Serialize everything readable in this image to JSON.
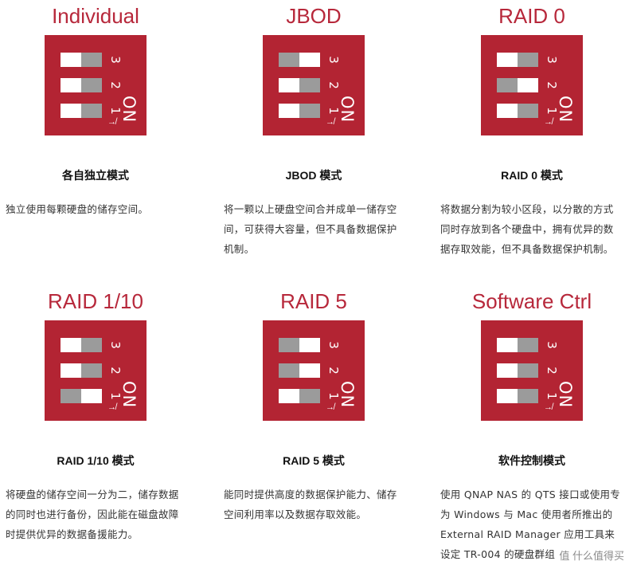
{
  "colors": {
    "panel": "#b32433",
    "title": "#b7283b",
    "switch_on": "#ffffff",
    "switch_off": "#9b9b9b"
  },
  "dip_labels": {
    "n1": "1",
    "n2": "2",
    "n3": "3",
    "on": "ON",
    "arrow": "↛"
  },
  "modes": [
    {
      "title": "Individual",
      "name": "各自独立模式",
      "desc": "独立使用每颗硬盘的储存空间。",
      "switches": {
        "3": "left",
        "2": "left",
        "1": "left"
      }
    },
    {
      "title": "JBOD",
      "name": "JBOD 模式",
      "desc": "将一颗以上硬盘空间合并成单一储存空间，可获得大容量，但不具备数据保护机制。",
      "switches": {
        "3": "right",
        "2": "left",
        "1": "left"
      }
    },
    {
      "title": "RAID 0",
      "name": "RAID 0 模式",
      "desc": "将数据分割为较小区段，以分散的方式同时存放到各个硬盘中，拥有优异的数据存取效能，但不具备数据保护机制。",
      "switches": {
        "3": "left",
        "2": "right",
        "1": "left"
      }
    },
    {
      "title": "RAID 1/10",
      "name": "RAID 1/10 模式",
      "desc": "将硬盘的储存空间一分为二，储存数据的同时也进行备份，因此能在磁盘故障时提供优异的数据备援能力。",
      "switches": {
        "3": "left",
        "2": "left",
        "1": "right"
      }
    },
    {
      "title": "RAID 5",
      "name": "RAID 5 模式",
      "desc": "能同时提供高度的数据保护能力、储存空间利用率以及数据存取效能。",
      "switches": {
        "3": "right",
        "2": "right",
        "1": "left"
      }
    },
    {
      "title": "Software Ctrl",
      "name": "软件控制模式",
      "desc": "使用 QNAP NAS 的 QTS 接口或使用专为 Windows 与 Mac 使用者所推出的 External RAID Manager 应用工具来设定 TR-004 的硬盘群组",
      "switches": {
        "3": "left",
        "2": "left",
        "1": "left"
      }
    }
  ],
  "watermark": "值 什么值得买"
}
